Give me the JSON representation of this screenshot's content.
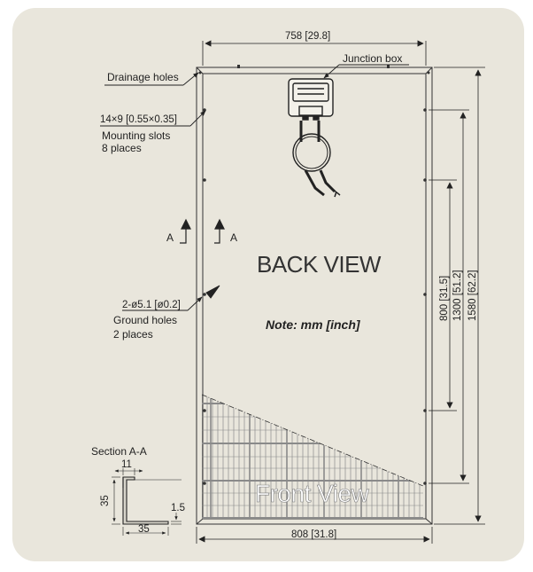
{
  "labels": {
    "drainage_holes": "Drainage holes",
    "junction_box": "Junction box",
    "mounting_size": "14×9 [0.55×0.35]",
    "mounting_slots": "Mounting slots",
    "mounting_count": "8 places",
    "section_marker_left": "A",
    "section_marker_right": "A",
    "ground_size": "2-ø5.1 [ø0.2]",
    "ground_holes": "Ground holes",
    "ground_count": "2 places",
    "back_view": "BACK VIEW",
    "note": "Note: mm [inch]",
    "front_view": "Front View",
    "section_title": "Section A-A"
  },
  "dimensions": {
    "width_top": "758 [29.8]",
    "width_bottom": "808 [31.8]",
    "height_800": "800 [31.5]",
    "height_1300": "1300 [51.2]",
    "height_1580": "1580 [62.2]",
    "section_11": "11",
    "section_35_vertical": "35",
    "section_35_horizontal": "35",
    "section_1_5": "1.5"
  },
  "colors": {
    "background": "#e9e6dc",
    "line": "#333333",
    "cell_grid": "#8a8a8a"
  }
}
